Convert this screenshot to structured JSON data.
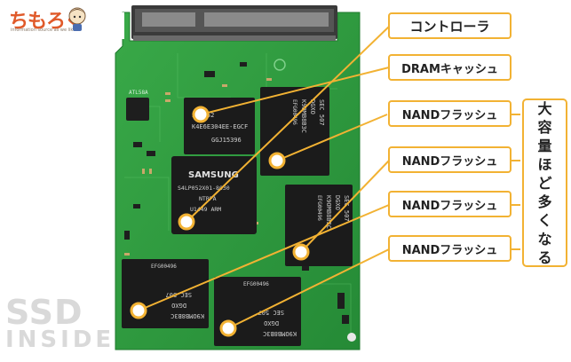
{
  "logo": {
    "text": "ちもろぐ",
    "subtitle": "information source as we like"
  },
  "watermark": {
    "line1": "SSD",
    "line2": "INSIDE"
  },
  "labels": [
    {
      "text": "コントローラ"
    },
    {
      "text": "DRAMキャッシュ"
    },
    {
      "text": "NANDフラッシュ"
    },
    {
      "text": "NANDフラッシュ"
    },
    {
      "text": "NANDフラッシュ"
    },
    {
      "text": "NANDフラッシュ"
    }
  ],
  "side_note": {
    "chars": [
      "大",
      "容",
      "量",
      "ほ",
      "ど",
      "多",
      "く",
      "な",
      "る"
    ]
  },
  "chips": {
    "dram": {
      "line1": "SEC452",
      "line2": "K4E6E304EE-EGCF",
      "line3": "GGJ15396"
    },
    "controller": {
      "brand": "SAMSUNG",
      "line1": "S4LP052X01-8030",
      "line2": "NTRPA",
      "line3": "U1449  ARM"
    },
    "nand1": {
      "line1": "SEC 507",
      "line2": "DGXO",
      "line3": "K9OMB8B3C",
      "line4": "EFG00496"
    },
    "nand2": {
      "line1": "SEC 507",
      "line2": "DGXO",
      "line3": "K9OMB8B3C",
      "line4": "EFG00496"
    },
    "nand3": {
      "line1": "EFG00496",
      "line2": "K9OMB8B3C",
      "line3": "DGXO",
      "line4": "SEC 507"
    },
    "nand4": {
      "line1": "EFG00496",
      "line2": "K9OMB8B3C",
      "line3": "DGXO",
      "line4": "SEC 507"
    }
  },
  "pcb_texts": {
    "u1": "ATL58A"
  },
  "colors": {
    "pcb": "#2e9b3e",
    "accent": "#f2b233",
    "chip": "#1b1b1b",
    "marker": "#ffffff"
  }
}
